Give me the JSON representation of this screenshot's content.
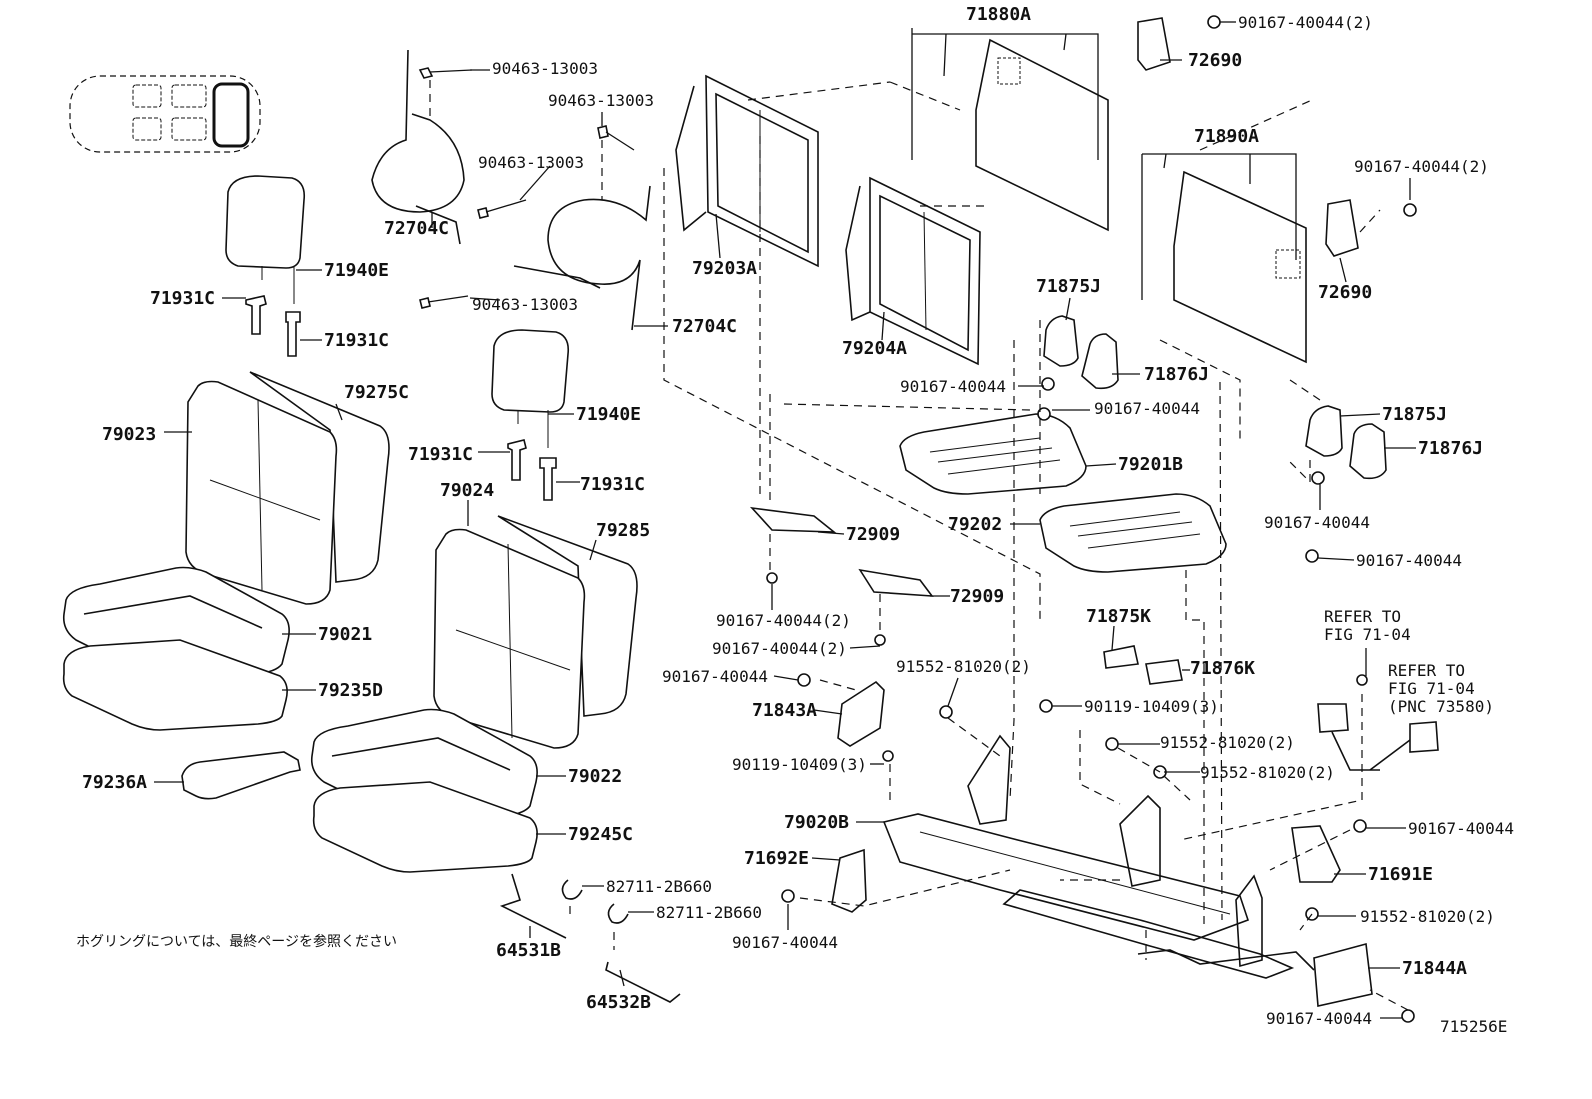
{
  "diagram_code": "715256E",
  "note_jp": "ホグリングについては、最終ページを参照ください",
  "refer_a": [
    "REFER TO",
    "FIG 71-04"
  ],
  "refer_b": [
    "REFER TO",
    "FIG 71-04",
    "(PNC 73580)"
  ],
  "parts": [
    {
      "id": "p71880A",
      "text": "71880A"
    },
    {
      "id": "p90167a",
      "text": "90167-40044(2)"
    },
    {
      "id": "p72690a",
      "text": "72690"
    },
    {
      "id": "p90463a",
      "text": "90463-13003"
    },
    {
      "id": "p90463b",
      "text": "90463-13003"
    },
    {
      "id": "p90463c",
      "text": "90463-13003"
    },
    {
      "id": "p90463d",
      "text": "90463-13003"
    },
    {
      "id": "p72704Ca",
      "text": "72704C"
    },
    {
      "id": "p72704Cb",
      "text": "72704C"
    },
    {
      "id": "p79203A",
      "text": "79203A"
    },
    {
      "id": "p79204A",
      "text": "79204A"
    },
    {
      "id": "p71890A",
      "text": "71890A"
    },
    {
      "id": "p90167b",
      "text": "90167-40044(2)"
    },
    {
      "id": "p72690b",
      "text": "72690"
    },
    {
      "id": "p71940Ea",
      "text": "71940E"
    },
    {
      "id": "p71931Ca",
      "text": "71931C"
    },
    {
      "id": "p71931Cb",
      "text": "71931C"
    },
    {
      "id": "p79275C",
      "text": "79275C"
    },
    {
      "id": "p79023",
      "text": "79023"
    },
    {
      "id": "p71940Eb",
      "text": "71940E"
    },
    {
      "id": "p71931Cc",
      "text": "71931C"
    },
    {
      "id": "p71931Cd",
      "text": "71931C"
    },
    {
      "id": "p79024",
      "text": "79024"
    },
    {
      "id": "p79285",
      "text": "79285"
    },
    {
      "id": "p71875Ja",
      "text": "71875J"
    },
    {
      "id": "p71876Ja",
      "text": "71876J"
    },
    {
      "id": "p90167c",
      "text": "90167-40044"
    },
    {
      "id": "p90167d",
      "text": "90167-40044"
    },
    {
      "id": "p79201B",
      "text": "79201B"
    },
    {
      "id": "p71875Jb",
      "text": "71875J"
    },
    {
      "id": "p71876Jb",
      "text": "71876J"
    },
    {
      "id": "p90167e",
      "text": "90167-40044"
    },
    {
      "id": "p79202",
      "text": "79202"
    },
    {
      "id": "p90167f",
      "text": "90167-40044"
    },
    {
      "id": "p72909a",
      "text": "72909"
    },
    {
      "id": "p72909b",
      "text": "72909"
    },
    {
      "id": "p90167g",
      "text": "90167-40044(2)"
    },
    {
      "id": "p90167h",
      "text": "90167-40044(2)"
    },
    {
      "id": "p90167i",
      "text": "90167-40044"
    },
    {
      "id": "p79021",
      "text": "79021"
    },
    {
      "id": "p79235D",
      "text": "79235D"
    },
    {
      "id": "p71875K",
      "text": "71875K"
    },
    {
      "id": "p71876K",
      "text": "71876K"
    },
    {
      "id": "p91552a",
      "text": "91552-81020(2)"
    },
    {
      "id": "p71843A",
      "text": "71843A"
    },
    {
      "id": "p90119a",
      "text": "90119-10409(3)"
    },
    {
      "id": "p91552b",
      "text": "91552-81020(2)"
    },
    {
      "id": "p91552c",
      "text": "91552-81020(2)"
    },
    {
      "id": "p90119b",
      "text": "90119-10409(3)"
    },
    {
      "id": "p79236A",
      "text": "79236A"
    },
    {
      "id": "p79022",
      "text": "79022"
    },
    {
      "id": "p79020B",
      "text": "79020B"
    },
    {
      "id": "p79245C",
      "text": "79245C"
    },
    {
      "id": "p90167j",
      "text": "90167-40044"
    },
    {
      "id": "p71691E",
      "text": "71691E"
    },
    {
      "id": "p71692E",
      "text": "71692E"
    },
    {
      "id": "p82711a",
      "text": "82711-2B660"
    },
    {
      "id": "p82711b",
      "text": "82711-2B660"
    },
    {
      "id": "p90167k",
      "text": "90167-40044"
    },
    {
      "id": "p91552d",
      "text": "91552-81020(2)"
    },
    {
      "id": "p64531B",
      "text": "64531B"
    },
    {
      "id": "p64532B",
      "text": "64532B"
    },
    {
      "id": "p71844A",
      "text": "71844A"
    },
    {
      "id": "p90167l",
      "text": "90167-40044"
    }
  ]
}
